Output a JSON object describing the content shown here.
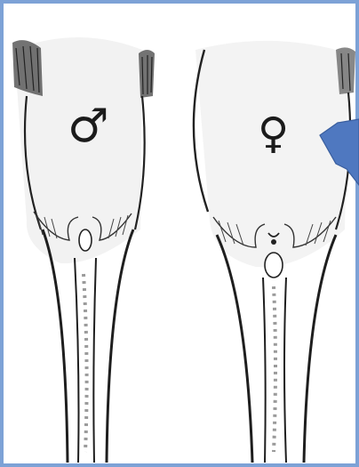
{
  "figure": {
    "male_symbol": "♂",
    "female_symbol": "♀",
    "arrow_color": "#4f78c0",
    "frame_color": "#7da2d6"
  },
  "panels": [
    {
      "id": "male",
      "symbol_ref": "male_symbol"
    },
    {
      "id": "female",
      "symbol_ref": "female_symbol"
    }
  ],
  "pointer": {
    "icon": "arrow-icon",
    "points_to": "female"
  }
}
